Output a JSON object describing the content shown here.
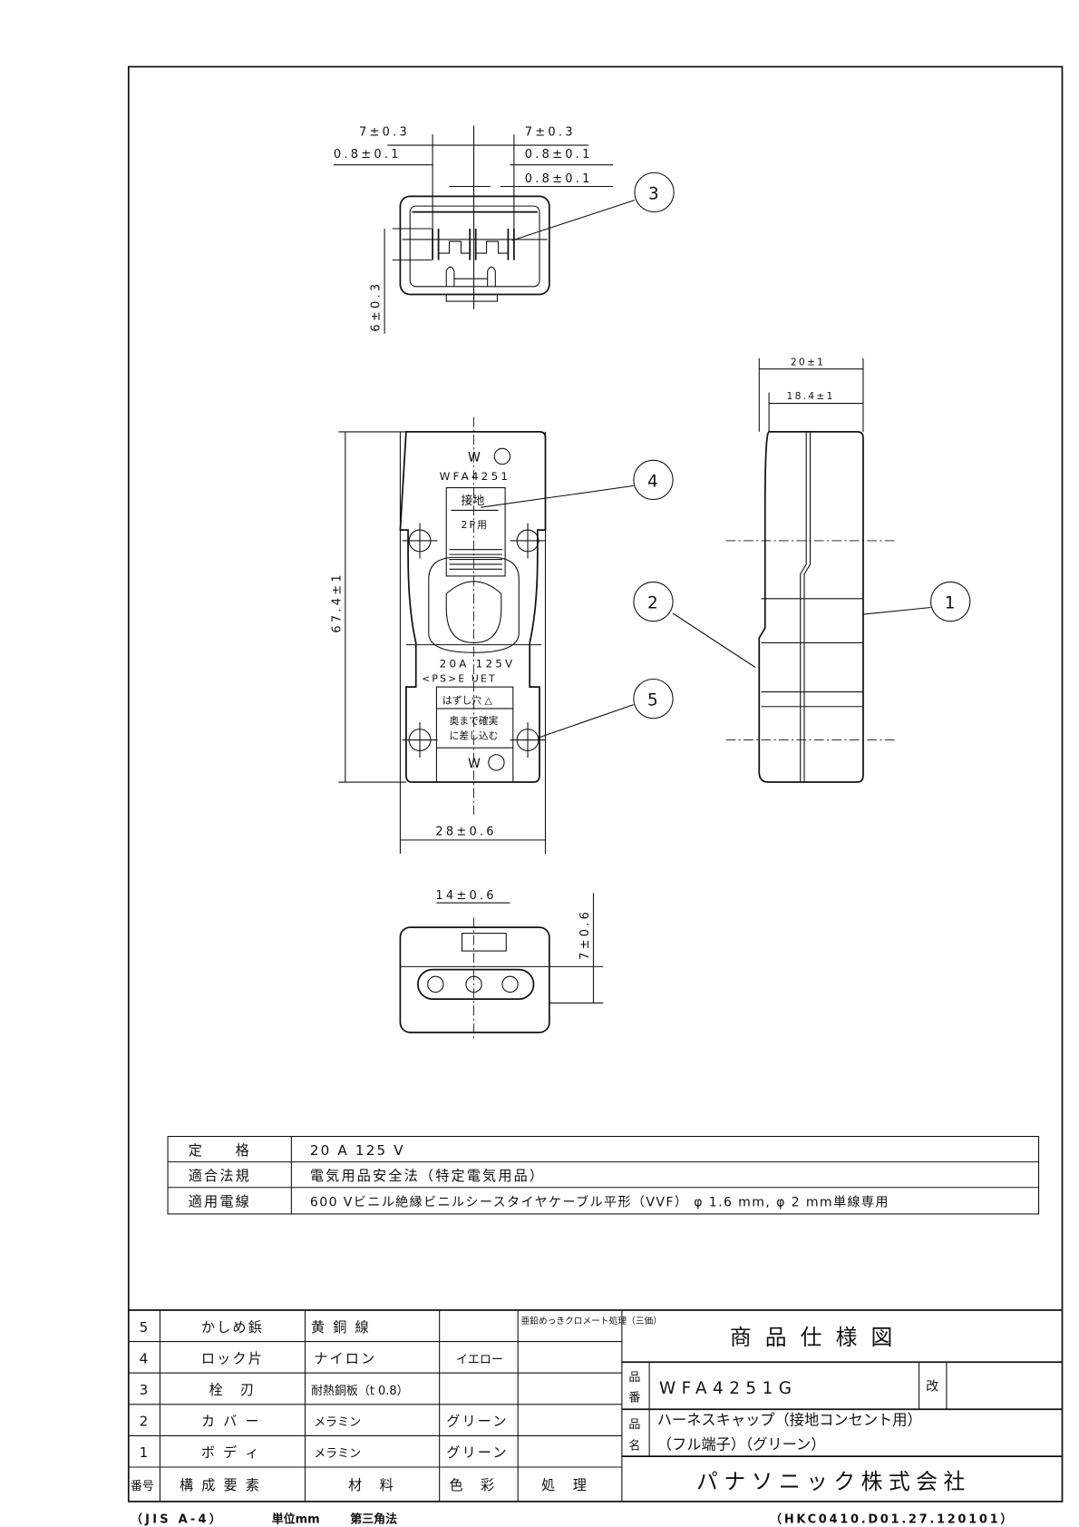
{
  "drawing": {
    "top_view": {
      "dim_pitch_left": "7±0.3",
      "dim_pitch_right": "7±0.3",
      "dim_blade_left": "0.8±0.1",
      "dim_blade_right": "0.8±0.1",
      "dim_blade_center": "0.8±0.1",
      "dim_height": "6±0.3"
    },
    "front_view": {
      "mark_top": "W",
      "model": "WFA4251",
      "label_ground": "接地",
      "label_2p": "2P用",
      "rating": "20A 125V",
      "cert": "<PS>E UET",
      "release_hole": "はずし穴 △",
      "insert_line1": "奥まで確実",
      "insert_line2": "に差し込む",
      "mark_bottom": "W",
      "dim_height": "67.4±1",
      "dim_width": "28±0.6"
    },
    "side_view": {
      "dim_outer": "20±1",
      "dim_inner": "18.4±1"
    },
    "bottom_view": {
      "dim_width": "14±0.6",
      "dim_height": "7±0.6"
    },
    "callouts": [
      "1",
      "2",
      "3",
      "4",
      "5"
    ]
  },
  "spec_table": [
    {
      "label": "定　　格",
      "value": "20 A 125 V"
    },
    {
      "label": "適合法規",
      "value": "電気用品安全法（特定電気用品）"
    },
    {
      "label": "適用電線",
      "value": "600 Vビニル絶縁ビニルシースタイヤケーブル平形（VVF） φ 1.6 mm, φ 2 mm単線専用"
    }
  ],
  "parts_table": {
    "rows": [
      {
        "no": "5",
        "part": "かしめ鋲",
        "material": "黄 銅 線",
        "color": "",
        "treatment": "亜鉛めっきクロメート処理（三価）"
      },
      {
        "no": "4",
        "part": "ロック片",
        "material": "ナイロン",
        "color": "イエロー",
        "treatment": ""
      },
      {
        "no": "3",
        "part": "栓　刃",
        "material": "耐熱銅板（t 0.8）",
        "color": "",
        "treatment": ""
      },
      {
        "no": "2",
        "part": "カ バ ー",
        "material": "メラミン",
        "color": "グリーン",
        "treatment": ""
      },
      {
        "no": "1",
        "part": "ボ デ ィ",
        "material": "メラミン",
        "color": "グリーン",
        "treatment": ""
      }
    ],
    "header": {
      "no": "番号",
      "part": "構 成 要 素",
      "material": "材　料",
      "color": "色　彩",
      "treatment": "処　理"
    }
  },
  "title_block": {
    "title": "商品仕様図",
    "product_no_label_1": "品",
    "product_no_label_2": "番",
    "product_no": "WFA4251G",
    "revision_label": "改",
    "product_name_label_1": "品",
    "product_name_label_2": "名",
    "product_name_line1": "ハーネスキャップ（接地コンセント用）",
    "product_name_line2": "（フル端子）（グリーン）",
    "company": "パナソニック株式会社"
  },
  "footer": {
    "paper": "（JIS A-4）",
    "unit": "単位mm",
    "projection": "第三角法",
    "doc_code": "（HKC0410.D01.27.120101）"
  }
}
